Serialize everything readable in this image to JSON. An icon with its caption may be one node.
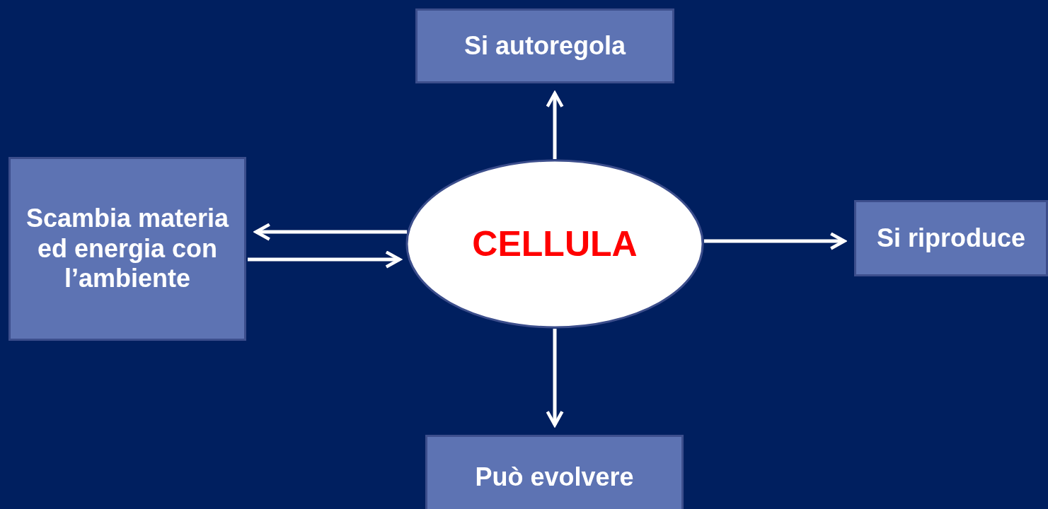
{
  "diagram": {
    "nodes": [
      {
        "text": [
          "CELLULA"
        ]
      },
      {
        "text": [
          "Si autoregola"
        ]
      },
      {
        "text": [
          "Scambia materia ed energia con l’ambiente"
        ]
      },
      {
        "text": [
          "Si riproduce"
        ]
      },
      {
        "text": [
          "Può evolvere"
        ]
      }
    ],
    "edges": [
      {
        "from": 0,
        "to": 1,
        "arrow": "to"
      },
      {
        "from": 0,
        "to": 2,
        "arrow": "to"
      },
      {
        "from": 2,
        "to": 0,
        "arrow": "to"
      },
      {
        "from": 0,
        "to": 3,
        "arrow": "to"
      },
      {
        "from": 0,
        "to": 4,
        "arrow": "to"
      }
    ]
  }
}
